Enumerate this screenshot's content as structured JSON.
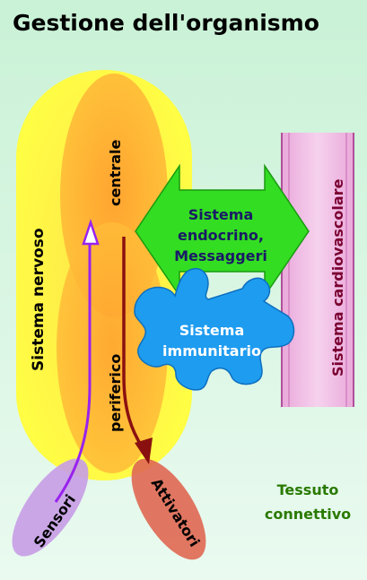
{
  "title": "Gestione dell'organismo",
  "labels": {
    "sistema_nervoso": "Sistema nervoso",
    "centrale": "centrale",
    "periferico": "periferico",
    "endocrino_line1": "Sistema",
    "endocrino_line2": "endocrino,",
    "endocrino_line3": "Messaggeri",
    "immunitario_line1": "Sistema",
    "immunitario_line2": "immunitario",
    "cardiovascolare": "Sistema cardiovascolare",
    "sensori": "Sensori",
    "attivatori": "Attivatori",
    "tessuto_line1": "Tessuto",
    "tessuto_line2": "connettivo"
  },
  "colors": {
    "background": "#d8f5e4",
    "nervous_yellow": "#ffee33",
    "nervous_orange": "#ffa833",
    "endocrine_green": "#33dd22",
    "immune_blue": "#1e9cf0",
    "cardio_pink": "#f0bbe6",
    "sensori_purple": "#c79ce6",
    "attivatori_red": "#e06a55",
    "arrow_purple": "#9922ee",
    "arrow_darkred": "#8a1010",
    "text_green": "#2a7a00",
    "text_maroon": "#7a0030"
  }
}
